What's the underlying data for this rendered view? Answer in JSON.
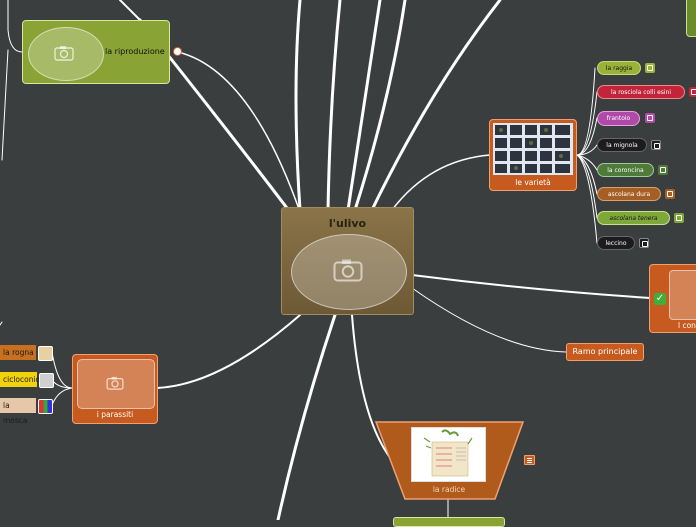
{
  "central": {
    "title": "l'ulivo"
  },
  "riproduzione": {
    "label": "la riproduzione"
  },
  "varieta": {
    "label": "le varietà",
    "items": [
      "la raggia",
      "la rosciola colli esini",
      "frantoio",
      "la mignola",
      "la coroncina",
      "ascolana dura",
      "ascolana tenera",
      "leccino"
    ]
  },
  "coltivazione": {
    "label": "l con"
  },
  "ramo": {
    "label": "Ramo principale"
  },
  "parassiti": {
    "label": "i parassiti",
    "items": [
      "la rogna",
      "cicloconio",
      "la mosca"
    ]
  },
  "radice": {
    "label": "la radice"
  },
  "colors": {
    "background": "#3b3e3f",
    "central": "#7a6540",
    "orange": "#c65a1f",
    "green": "#8aa335"
  }
}
